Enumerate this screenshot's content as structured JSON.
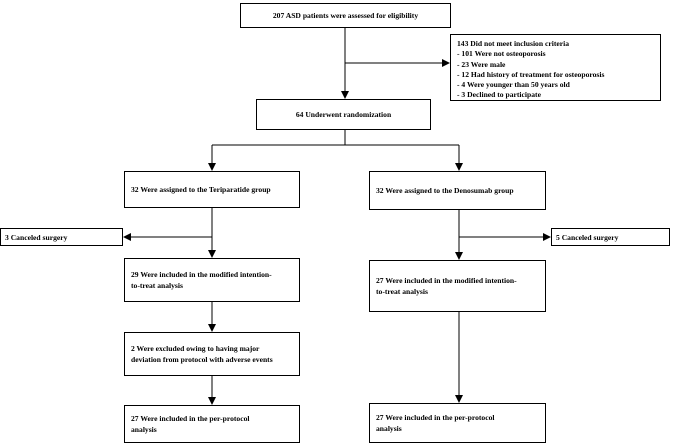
{
  "flowchart": {
    "assessed": "207 ASD patients were assessed for eligibility",
    "excluded": {
      "title": "143 Did not meet inclusion criteria",
      "reasons": [
        "- 101 Were not osteoporosis",
        "- 23 Were male",
        "- 12 Had history of treatment for osteoporosis",
        "- 4 Were younger than 50 years old",
        "- 3 Declined to participate"
      ]
    },
    "randomized": "64 Underwent randomization",
    "teriparatide": {
      "assigned": "32 Were assigned to the Teriparatide group",
      "canceled": "3 Canceled surgery",
      "mitt_lines": [
        "29 Were included in the modified intention-",
        "to-treat analysis"
      ],
      "excluded_lines": [
        "2 Were excluded owing to having major",
        "deviation from protocol with adverse events"
      ],
      "pp_lines": [
        "27 Were included in the per-protocol",
        "analysis"
      ]
    },
    "denosumab": {
      "assigned": "32 Were assigned to the Denosumab group",
      "canceled": "5 Canceled surgery",
      "mitt_lines": [
        "27 Were included in the modified intention-",
        "to-treat analysis"
      ],
      "pp_lines": [
        "27 Were included in the per-protocol",
        "analysis"
      ]
    }
  }
}
